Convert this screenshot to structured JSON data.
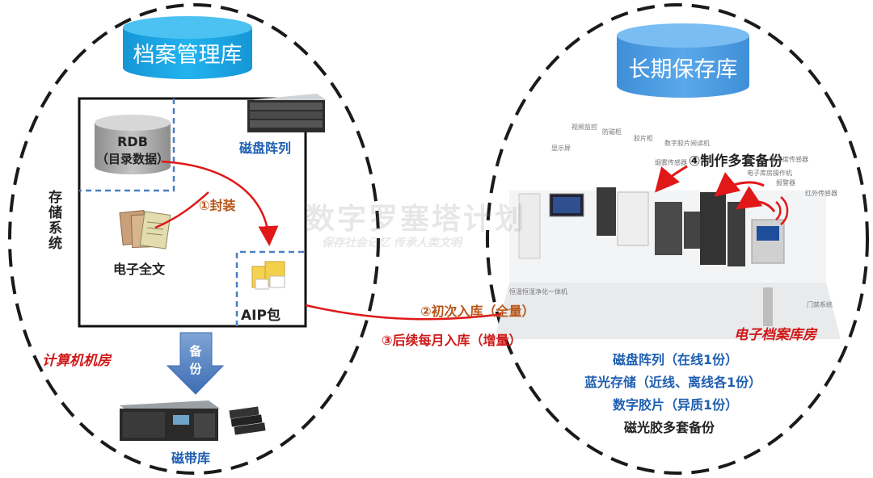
{
  "archive_db": {
    "title": "档案管理库"
  },
  "longterm_db": {
    "title": "长期保存库"
  },
  "storage_system_label": "存储系统",
  "rdb": {
    "line1": "RDB",
    "line2": "（目录数据）"
  },
  "disk_array_label": "磁盘阵列",
  "fulltext_label": "电子全文",
  "aip_label": "AIP包",
  "computer_room_label": "计算机机房",
  "backup_arrow_label": [
    "备",
    "份"
  ],
  "tape_library_label": "磁带库",
  "flows": {
    "seal": "①封装",
    "initial_ingest": "②初次入库（全量）",
    "monthly_ingest": "③后续每月入库（增量）",
    "multi_backup": "④制作多套备份"
  },
  "archive_room_label": "电子档案库房",
  "storage_list": [
    "磁盘阵列（在线1份）",
    "蓝光存储（近线、离线各1份）",
    "数字胶片（异质1份）",
    "磁光胶多套备份"
  ],
  "room_labels": {
    "video_monitor": "视频监控",
    "display": "显示屏",
    "magnetic_cabinet": "防磁柜",
    "film_cabinet": "胶片柜",
    "film_reader": "数字胶片阅读机",
    "smoke_sensor": "烟雾传感器",
    "temp_humidity_sensor": "温湿度传感器",
    "operator": "电子库房操作机",
    "alarm": "报警器",
    "infrared_sensor": "红外传感器",
    "hvac": "恒温恒湿净化一体机",
    "door_system": "门禁系统"
  },
  "watermark": {
    "main": "数字罗塞塔计划",
    "sub": "保存社会记忆 传承人类文明"
  },
  "colors": {
    "cylinder": "#1aa7e6",
    "arrow_red": "#e01818",
    "dash_blue": "#4a7fc1",
    "text_blue": "#1f5fb0"
  }
}
